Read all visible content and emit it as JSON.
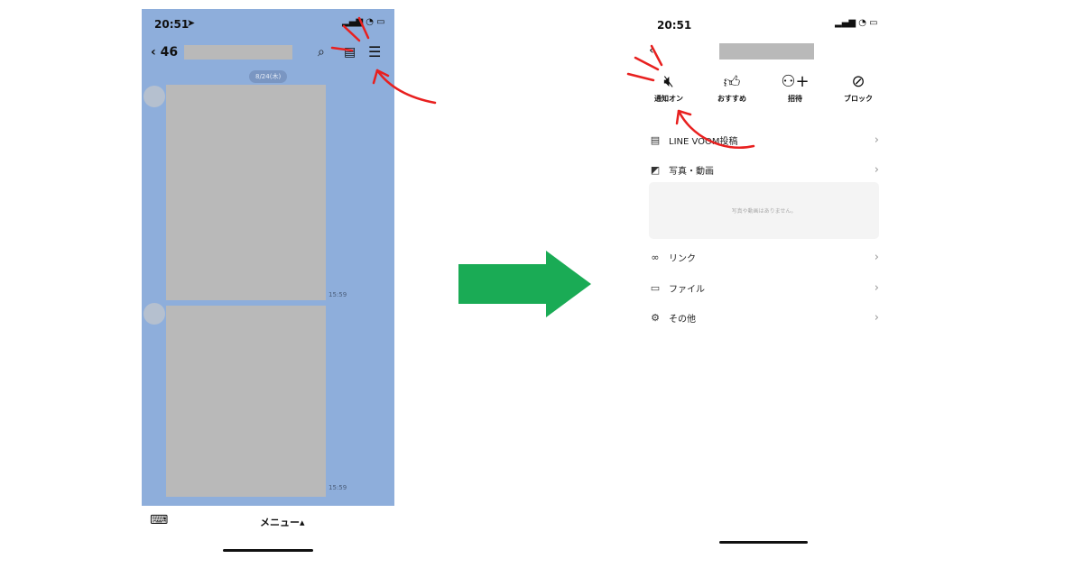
{
  "left_phone": {
    "time": "20:51",
    "back_count": "46",
    "date_chip": "8/24(木)",
    "timestamps": [
      "15:59",
      "15:59"
    ],
    "menu_label": "メニュー▴"
  },
  "right_phone": {
    "time": "20:51",
    "actions": [
      {
        "label": "通知オン",
        "icon": "speaker-mute-icon"
      },
      {
        "label": "おすすめ",
        "icon": "thumbs-up-icon"
      },
      {
        "label": "招待",
        "icon": "add-user-icon"
      },
      {
        "label": "ブロック",
        "icon": "block-icon"
      }
    ],
    "menu": [
      {
        "label": "LINE VOOM投稿",
        "icon": "list-icon"
      },
      {
        "label": "写真・動画",
        "icon": "photo-icon"
      },
      {
        "label": "リンク",
        "icon": "link-icon"
      },
      {
        "label": "ファイル",
        "icon": "folder-icon"
      },
      {
        "label": "その他",
        "icon": "gear-icon"
      }
    ],
    "empty_photos": "写真や動画はありません。"
  },
  "colors": {
    "chat_bg": "#8eaedb",
    "arrow": "#1aab55",
    "annotation": "#e8201f"
  }
}
